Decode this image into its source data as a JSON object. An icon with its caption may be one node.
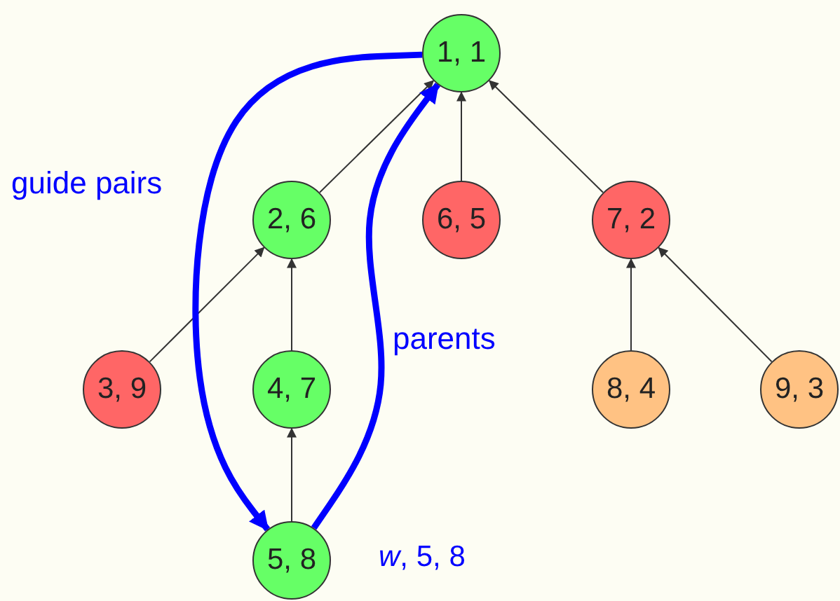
{
  "diagram": {
    "nodes": [
      {
        "text": [
          "1, 1"
        ]
      },
      {
        "text": [
          "2, 6"
        ]
      },
      {
        "text": [
          "6, 5"
        ]
      },
      {
        "text": [
          "7, 2"
        ]
      },
      {
        "text": [
          "3, 9"
        ]
      },
      {
        "text": [
          "4, 7"
        ]
      },
      {
        "text": [
          "8, 4"
        ]
      },
      {
        "text": [
          "9, 3"
        ]
      },
      {
        "text": [
          "5, 8"
        ],
        "beside": [
          "*w*, 5, 8"
        ]
      }
    ],
    "edges": [
      {
        "from": 1,
        "to": 0,
        "arrow": "to"
      },
      {
        "from": 2,
        "to": 0,
        "arrow": "to"
      },
      {
        "from": 3,
        "to": 0,
        "arrow": "to"
      },
      {
        "from": 4,
        "to": 1,
        "arrow": "to"
      },
      {
        "from": 5,
        "to": 1,
        "arrow": "to"
      },
      {
        "from": 6,
        "to": 3,
        "arrow": "to"
      },
      {
        "from": 7,
        "to": 3,
        "arrow": "to"
      },
      {
        "from": 8,
        "to": 5,
        "arrow": "to"
      },
      {
        "from": 0,
        "to": 8,
        "arrow": "to",
        "label": "guide pairs",
        "style": "thick",
        "color": "#0000ff"
      },
      {
        "from": 8,
        "to": 0,
        "arrow": "to",
        "label": "parents",
        "style": "thick",
        "color": "#0000ff"
      }
    ]
  }
}
